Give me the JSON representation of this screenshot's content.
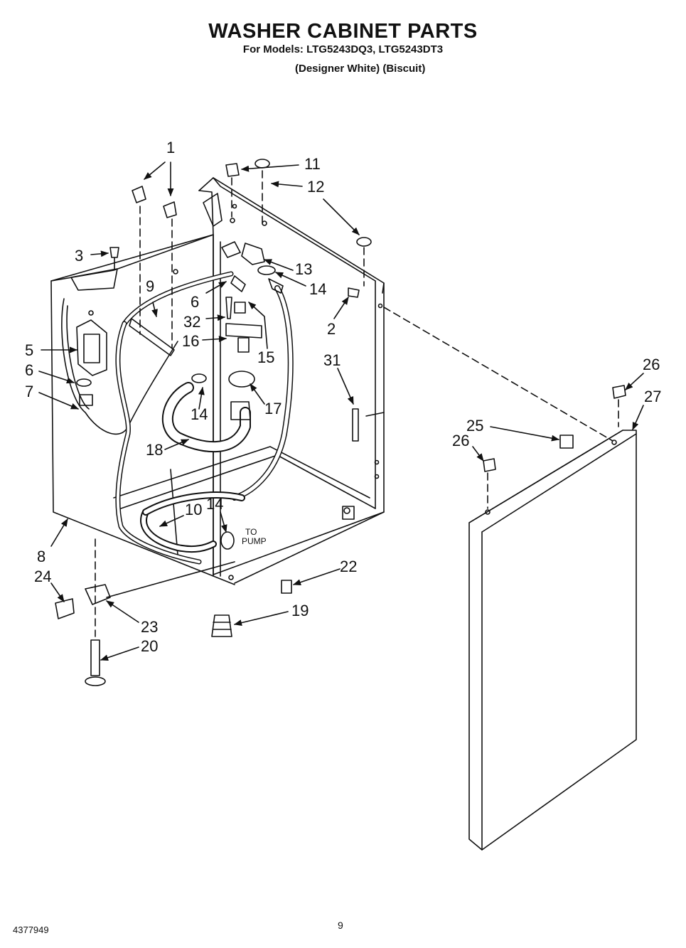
{
  "header": {
    "title": "WASHER CABINET PARTS",
    "models_line": "For Models: LTG5243DQ3, LTG5243DT3",
    "colors_line": "(Designer White)  (Biscuit)"
  },
  "callouts": {
    "c1": "1",
    "c2": "2",
    "c3": "3",
    "c5": "5",
    "c6a": "6",
    "c6b": "6",
    "c7": "7",
    "c8": "8",
    "c9": "9",
    "c10": "10",
    "c11": "11",
    "c12": "12",
    "c13": "13",
    "c14a": "14",
    "c14b": "14",
    "c14c": "14",
    "c15": "15",
    "c16": "16",
    "c17": "17",
    "c18": "18",
    "c19": "19",
    "c20": "20",
    "c22": "22",
    "c23": "23",
    "c24": "24",
    "c25": "25",
    "c26a": "26",
    "c26b": "26",
    "c27": "27",
    "c31": "31",
    "c32": "32"
  },
  "annotation": {
    "to": "TO",
    "pump": "PUMP"
  },
  "footer": {
    "doc_number": "4377949",
    "page_number": "9"
  }
}
